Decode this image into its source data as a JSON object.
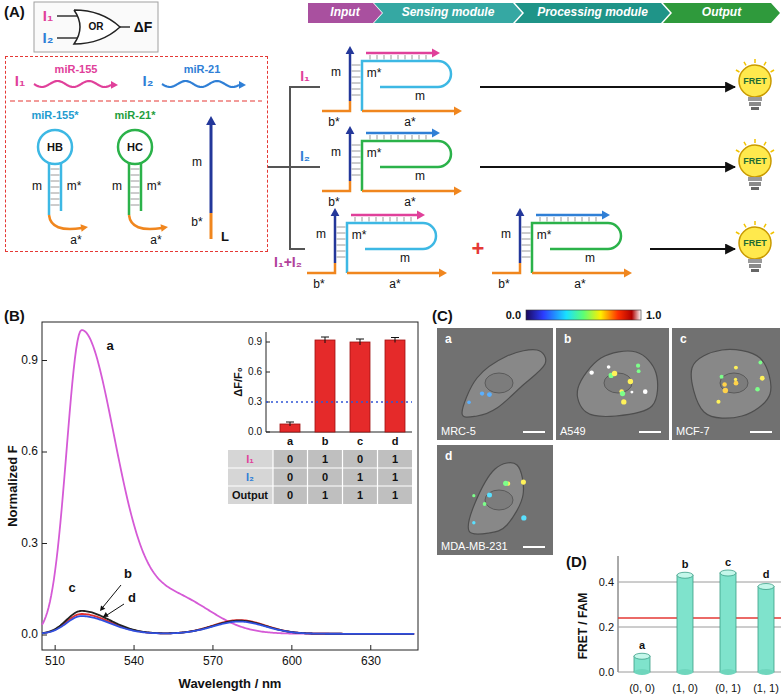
{
  "diagram": {
    "nodes": [
      {
        "text": [
          "OR"
        ]
      },
      {
        "text": [
          "Input"
        ]
      },
      {
        "text": [
          "Sensing module"
        ]
      },
      {
        "text": [
          "Processing module"
        ]
      },
      {
        "text": [
          "Output"
        ]
      },
      {
        "text": [
          "I₁",
          "miR-155",
          "I₂",
          "miR-21"
        ]
      },
      {
        "text": [
          "miR-155*",
          "HB",
          "m",
          "m*",
          "a*"
        ],
        "in": 5
      },
      {
        "text": [
          "miR-21*",
          "HC",
          "m",
          "m*",
          "a*"
        ],
        "in": 5
      },
      {
        "text": [
          "m",
          "b*",
          "L"
        ],
        "in": 5
      },
      {
        "text": [
          "m",
          "m*",
          "m",
          "b*",
          "a*"
        ]
      },
      {
        "text": [
          "m",
          "m*",
          "m",
          "b*",
          "a*"
        ]
      },
      {
        "text": [
          "m",
          "m*",
          "m",
          "b*",
          "a*"
        ]
      },
      {
        "text": [
          "m",
          "m*",
          "m",
          "b*",
          "a*"
        ]
      },
      {
        "text": [
          "FRET"
        ]
      },
      {
        "text": [
          "FRET"
        ]
      },
      {
        "text": [
          "FRET"
        ]
      }
    ],
    "edges": [
      {
        "from": 5,
        "to": 9,
        "arrow": "none",
        "label": "I₁"
      },
      {
        "from": 5,
        "to": 10,
        "arrow": "none",
        "label": "I₂"
      },
      {
        "from": 5,
        "to": 11,
        "arrow": "none",
        "label": "I₁+I₂"
      },
      {
        "from": 9,
        "to": 13,
        "arrow": "to"
      },
      {
        "from": 10,
        "to": 14,
        "arrow": "to"
      },
      {
        "from": 12,
        "to": 15,
        "arrow": "to"
      }
    ],
    "labels": [
      "(A)",
      "I₁",
      "I₂",
      "ΔF",
      "+",
      "(B)",
      "Normalized F",
      "0.0",
      "0.3",
      "0.6",
      "0.9",
      "510",
      "540",
      "570",
      "600",
      "630",
      "Wavelength / nm",
      "a",
      "c",
      "b",
      "d",
      "ΔF/F₀",
      "0.0",
      "0.3",
      "0.6",
      "0.9",
      "a",
      "b",
      "c",
      "d",
      "I₁",
      "0",
      "1",
      "0",
      "1",
      "I₂",
      "0",
      "0",
      "1",
      "1",
      "Output",
      "0",
      "1",
      "1",
      "1",
      "(C)",
      "0.0",
      "1.0",
      "a",
      "MRC-5",
      "b",
      "A549",
      "c",
      "MCF-7",
      "d",
      "MDA-MB-231",
      "(D)",
      "FRET / FAM",
      "0.0",
      "0.2",
      "0.4",
      "a",
      "b",
      "c",
      "d",
      "(0, 0)",
      "(1, 0)",
      "(0, 1)",
      "(1, 1)"
    ]
  }
}
